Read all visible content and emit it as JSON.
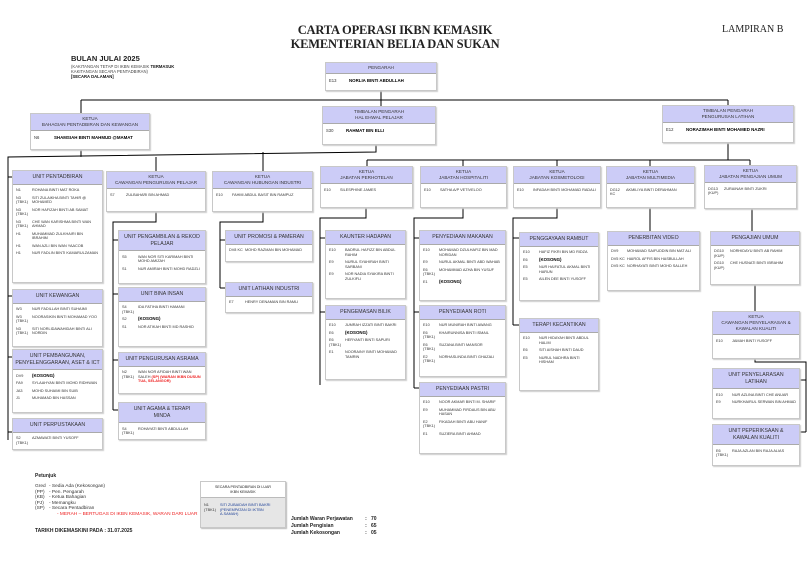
{
  "header": {
    "title_line1": "CARTA OPERASI IKBN KEMASIK",
    "title_line2": "KEMENTERIAN BELIA DAN SUKAN",
    "lampiran": "LAMPIRAN B",
    "bulan": "BULAN JULAI 2025",
    "note_line1": "(KAKITANGAN TETAP DI IKBN KEMASIK",
    "note_bold": "TERMASUK",
    "note_line2": "KAKITANGAN SECARA PENTADBIRAN)",
    "note_line3": "[SECARA DALAMAN]"
  },
  "boxes": {
    "pengarah": {
      "title": [
        "PENGARAH"
      ],
      "members": [
        {
          "grade": "E13",
          "name": "NORLIA  BINTI ABDULLAH",
          "bold": true
        }
      ]
    },
    "tp_hep": {
      "title": [
        "TIMBALAN PENGARAH",
        "HAL EHWAL PELAJAR"
      ],
      "members": [
        {
          "grade": "S30",
          "name": "RAHMAT BIN ELLI",
          "bold": true
        }
      ]
    },
    "tp_pl": {
      "title": [
        "TIMBALAN PENGARAH",
        "PENGURUSAN LATIHAN"
      ],
      "members": [
        {
          "grade": "E12",
          "name": "NORAZIMAH BINTI MOHAMED NAZRI",
          "bold": true
        }
      ]
    },
    "k_pentadbiran": {
      "title": [
        "KETUA",
        "BAHAGIAN PENTADBIRAN DAN KEWANGAN"
      ],
      "members": [
        {
          "grade": "N6",
          "name": "SHAMSIAH BINTI MAHMUD @MAMAT",
          "bold": true
        }
      ]
    },
    "u_pentadbiran": {
      "unit": true,
      "title": [
        "UNIT PENTADBIRAN"
      ],
      "members": [
        {
          "grade": "N1",
          "name": "ROHANA BINTI MAT ROKA"
        },
        {
          "grade": "N3",
          "sub": "(TBK1)",
          "name": "SITI ZULAIKHA BINTI TAHIR @ MOHAMED"
        },
        {
          "grade": "N3",
          "sub": "(TBK1)",
          "name": "NOR HAFIZAH BINTI AB SAMAT"
        },
        {
          "grade": "N3",
          "sub": "(TBK1)",
          "name": "CHE WAN KARISHMA BINTI WAN AHMAD"
        },
        {
          "grade": "H1",
          "name": "MUHAMMAD ZULKHAIRI BIN IBRAHIM"
        },
        {
          "grade": "H1",
          "name": "WAN AZLI BIN WAN YAACOB"
        },
        {
          "grade": "H1",
          "name": "NUR FADLIN BINTI KAMARULZAMAN"
        }
      ]
    },
    "u_kewangan": {
      "unit": true,
      "title": [
        "UNIT KEWANGAN"
      ],
      "members": [
        {
          "grade": "W3",
          "name": "NUR FADILLAH BINTI SUHAIMI"
        },
        {
          "grade": "W3",
          "sub": "(TBK1)",
          "name": "NOORASIKIN BINTI MOHAMAD YOO"
        },
        {
          "grade": "N3",
          "sub": "(TBK1)",
          "name": "SITI NORLIDAWAHIDAH BINTI ALI NORDIN"
        }
      ]
    },
    "u_pembangunan": {
      "unit": true,
      "title": [
        "UNIT PEMBANGUNAN,",
        "PENYELENGGARAAN, ASET & ICT"
      ],
      "members": [
        {
          "grade": "DV9",
          "name": "(KOSONG)",
          "bold": true
        },
        {
          "grade": "FA9",
          "name": "SYLAAHYAN BINTI MOHD RIDHWAN"
        },
        {
          "grade": "JA3",
          "name": "MOHD SUHAIMI BIN SUIB"
        },
        {
          "grade": "J1",
          "name": "MUHAMAD BIN HASSAN"
        }
      ]
    },
    "u_perpustakaan": {
      "unit": true,
      "title": [
        "UNIT PERPUSTAKAAN"
      ],
      "members": [
        {
          "grade": "S2",
          "sub": "(TBK1)",
          "name": "AZMAWATI BINTI YUSOFF"
        }
      ]
    },
    "k_pengurusan_pelajar": {
      "title": [
        "KETUA",
        "CAWANGAN PENGURUSAN PELAJAR"
      ],
      "members": [
        {
          "grade": "S7",
          "name": "ZULBAHARI BIN AHMAD"
        }
      ]
    },
    "k_hubungan_industri": {
      "title": [
        "KETUA",
        "CAWANGAN HUBUNGAN INDUSTRI"
      ],
      "members": [
        {
          "grade": "E10",
          "name": "FAHMI ABDUL BASIT BIN RAMPUZ"
        }
      ]
    },
    "u_pengambilan": {
      "unit": true,
      "title": [
        "UNIT PENGAMBILAN & REKOD",
        "PELAJAR"
      ],
      "members": [
        {
          "grade": "S5",
          "name": "WAN NOR SITI KARIMAH BINTI MOHD AMIZAH"
        },
        {
          "grade": "S1",
          "name": "NUR AMIRAH BINTI MOHD RADZLI"
        }
      ]
    },
    "u_bina_insan": {
      "unit": true,
      "title": [
        "UNIT BINA INSAN"
      ],
      "members": [
        {
          "grade": "S4",
          "sub": "(TBK1)",
          "name": "IDA FATIHA BINTI HAMANI"
        },
        {
          "grade": "S2",
          "name": "(KOSONG)",
          "bold": true
        },
        {
          "grade": "S1",
          "name": "NOR ATIKAH BINTI MD RASHID"
        }
      ]
    },
    "u_asrama": {
      "unit": true,
      "title": [
        "UNIT PENGURUSAN ASRAMA"
      ],
      "members": [
        {
          "grade": "N2",
          "sub": "(TBK1)",
          "name": "WAN NOR AFIDAH BINTI WAN SALEH",
          "red": "(SP) (WARAN IKBN DUSUN TUA, SELANGOR)"
        }
      ]
    },
    "u_agama": {
      "unit": true,
      "title": [
        "UNIT AGAMA & TERAPI",
        "MINDA"
      ],
      "members": [
        {
          "grade": "S4",
          "sub": "(TBK1)",
          "name": "ROHAYATI BINTI ABDULLAH"
        }
      ]
    },
    "u_promosi": {
      "unit": true,
      "title": [
        "UNIT PROMOSI & PAMERAN"
      ],
      "members": [
        {
          "grade": "DV8 KC",
          "name": "MOHD RAZMAN BIN  MOHAMAD"
        }
      ]
    },
    "u_latihan_industri": {
      "unit": true,
      "title": [
        "UNIT LATIHAN INDUSTRI"
      ],
      "members": [
        {
          "grade": "E7",
          "name": "HENRY DENAMAN BIN RAMLI"
        }
      ]
    },
    "k_perhotelan": {
      "title": [
        "KETUA",
        "JABATAN PERHOTELAN"
      ],
      "members": [
        {
          "grade": "E10",
          "name": "SILESPHINE JAMES"
        }
      ]
    },
    "k_hospitaliti": {
      "title": [
        "KETUA",
        "JABATAN HOSPITALITI"
      ],
      "members": [
        {
          "grade": "E10",
          "name": "SATHA A/P VETIVELOO"
        }
      ]
    },
    "k_kosmetologi": {
      "title": [
        "KETUA",
        "JABATAN KOSMETOLOGI"
      ],
      "members": [
        {
          "grade": "E10",
          "name": "INFADAH BINTI MOHAMAD RADALI"
        }
      ]
    },
    "k_multimedia": {
      "title": [
        "KETUA",
        "JABATAN MULTIMEDIA"
      ],
      "members": [
        {
          "grade": "DG12",
          "sub": "KC",
          "name": "AKMILIYA BINTI DERAHMAN"
        }
      ]
    },
    "k_pengajian_umum": {
      "title": [
        "KETUA",
        "JABATAN PENGAJIAN UMUM"
      ],
      "members": [
        {
          "grade": "DG13",
          "sub": "(KUP)",
          "name": "ZURAINAH BINTI ZUKRI"
        }
      ]
    },
    "u_kaunter": {
      "unit": true,
      "title": [
        "KAUNTER HADAPAN"
      ],
      "members": [
        {
          "grade": "E10",
          "name": "BADRUL HAFIZZ BIN ABDUL RAHIM"
        },
        {
          "grade": "E9",
          "name": "NURUL SYAHIRAH BINTI SARBANI"
        },
        {
          "grade": "E9",
          "name": "NOR NADIA SYAKIRA BINTI ZULKIFLI"
        }
      ]
    },
    "u_pengemasan": {
      "unit": true,
      "title": [
        "PENGEMASAN BILIK"
      ],
      "members": [
        {
          "grade": "E10",
          "name": "JUMRAH IZZATI BINTI BAKRI"
        },
        {
          "grade": "E6",
          "name": "(KOSONG)",
          "bold": true
        },
        {
          "grade": "E6",
          "sub": "(TBK1)",
          "name": "HERYANTI BINTI SAPURI"
        },
        {
          "grade": "E1",
          "name": "NOORAINY BINTI MOHAMAD TAMRIN"
        }
      ]
    },
    "u_makanan": {
      "unit": true,
      "title": [
        "PENYEDIAAN MAKANAN"
      ],
      "members": [
        {
          "grade": "E10",
          "name": "MOHAMAD  DZULHAFIZ BIN MAD NORIDAN"
        },
        {
          "grade": "E9",
          "name": "NURUL AKMAL BINTI ABD WAHAB"
        },
        {
          "grade": "E6",
          "sub": "(TBK1)",
          "name": "MOHAMMAD AZHA BIN YUSUF"
        },
        {
          "grade": "E1",
          "name": "(KOSONG)",
          "bold": true
        }
      ]
    },
    "u_roti": {
      "unit": true,
      "title": [
        "PENYEDIAAN  ROTI"
      ],
      "members": [
        {
          "grade": "E10",
          "name": "NUR MUNIRAH BINTI AWANG"
        },
        {
          "grade": "E6",
          "sub": "(TBK1)",
          "name": "KHAIRUNNISA BINTI ISMAIL"
        },
        {
          "grade": "E6",
          "sub": "(TBK1)",
          "name": "SUZANA BINTI MANSOR"
        },
        {
          "grade": "E2",
          "sub": "(TBK1)",
          "name": "NORHASLINDA BINTI GHAZALI"
        }
      ]
    },
    "u_pastri": {
      "unit": true,
      "title": [
        "PENYEDIAAN PASTRI"
      ],
      "members": [
        {
          "grade": "E10",
          "name": "NOOR AKMAR BINTI M. SHARIF"
        },
        {
          "grade": "E9",
          "name": "MUHAMMAD FIRDAUS BIN ABU HASAN"
        },
        {
          "grade": "E2",
          "sub": "(TBK1)",
          "name": "FIKADAH BINTI ABU HANIF"
        },
        {
          "grade": "E1",
          "name": "SUZIERA BINTI AHMAD"
        }
      ]
    },
    "u_rambut": {
      "unit": true,
      "title": [
        "PENGGAYAAN RAMBUT"
      ],
      "members": [
        {
          "grade": "E10",
          "name": "HAFIZ FIKRI BIN MD RIDZA"
        },
        {
          "grade": "E6",
          "name": "(KOSONG)",
          "bold": true
        },
        {
          "grade": "E5",
          "name": "NUR HAIFATUL AKMAL BINTI HARUN"
        },
        {
          "grade": "E5",
          "name": "AILEN DEE BINTI YUSOFF"
        }
      ]
    },
    "u_terapi": {
      "unit": true,
      "title": [
        "TERAPI KECANTIKAN"
      ],
      "members": [
        {
          "grade": "E10",
          "name": "NUR HIDAYAH BINTI ABDUL HALIM"
        },
        {
          "grade": "E6",
          "name": "SITI AISHAH BINTI DAUD"
        },
        {
          "grade": "E5",
          "name": "NURUL NADHRA BINTI HISHAM"
        }
      ]
    },
    "u_video": {
      "unit": true,
      "title": [
        "PENERBITAN VIDEO"
      ],
      "members": [
        {
          "grade": "DV9",
          "name": "MOHAMAD SAIFUDDIN BIN MAT ALI"
        },
        {
          "grade": "DV5 KC",
          "name": "HAIROL AFFIS BIN HASBULLAH"
        },
        {
          "grade": "DV5 KC",
          "name": "NORHAYATI BINTI MOHD SALLEH"
        }
      ]
    },
    "u_pengajian_umum": {
      "unit": true,
      "title": [
        "PENGAJIAN UMUM"
      ],
      "members": [
        {
          "grade": "DG10",
          "sub": "(KUP)",
          "name": "NORHIDAYU BINTI AB RAHIM"
        },
        {
          "grade": "DG10",
          "sub": "(KUP)",
          "name": "CHE HUSNATI BINTI IBRAHIM"
        }
      ]
    },
    "k_penyelarasan": {
      "title": [
        "KETUA",
        "CAWANGAN PENYELARASAN &",
        "KAWALAN  KUALITI"
      ],
      "members": [
        {
          "grade": "E10",
          "name": "JAMAH BINTI YUSOFF"
        }
      ]
    },
    "u_penyelarasan": {
      "unit": true,
      "title": [
        "UNIT PENYELARASAN",
        "LATIHAN"
      ],
      "members": [
        {
          "grade": "E10",
          "name": "NUR AZLINA BINTI CHE ANUAR"
        },
        {
          "grade": "E9",
          "name": "NURKHAIRUL SERWAN BIN AHMAD"
        }
      ]
    },
    "u_peperiksaan": {
      "unit": true,
      "title": [
        "UNIT PEPERIKSAAN &",
        "KAWALAN KUALITI"
      ],
      "members": [
        {
          "grade": "E6",
          "sub": "(TBK1)",
          "name": "RAJA AZLAN  BIN  RAJA ALIAS"
        }
      ]
    }
  },
  "legend": {
    "heading": "Petunjuk",
    "items": [
      {
        "code": "Gred",
        "text": "- Sedia Ada (Kekosongan)"
      },
      {
        "code": "(PP)",
        "text": "- Pen. Pengarah"
      },
      {
        "code": "(KB)",
        "text": "- Ketua Bahagian"
      },
      {
        "code": "(PJ)",
        "text": "- Memangku"
      },
      {
        "code": "(SP)",
        "text": "- Secara Pentadbiran"
      }
    ],
    "red_note": "- MERAH – BERTUGAS DI IKBN KEMASIK, WARAN DARI LUAR",
    "updated": "TARIKH DIKEMASKINI PADA  : 31.07.2025"
  },
  "luar": {
    "title": [
      "SECARA PENTADBIRAN DI LUAR",
      "IKBN KEMASIK"
    ],
    "grade": "N1",
    "sub": "(TBK1)",
    "name": "SITI ZUBAIDAH BINTI BAKRI (PENEMPATAN DI IKTBN A.SAMAH)"
  },
  "summary": [
    {
      "label": "Jumlah Waran Perjawatan",
      "value": "70"
    },
    {
      "label": "Jumlah Pengisian",
      "value": "65"
    },
    {
      "label": "Jumlah Kekosongan",
      "value": "05"
    }
  ],
  "colors": {
    "header_fill": "#ccccf7",
    "line": "#000000",
    "red": "#ee2222"
  }
}
